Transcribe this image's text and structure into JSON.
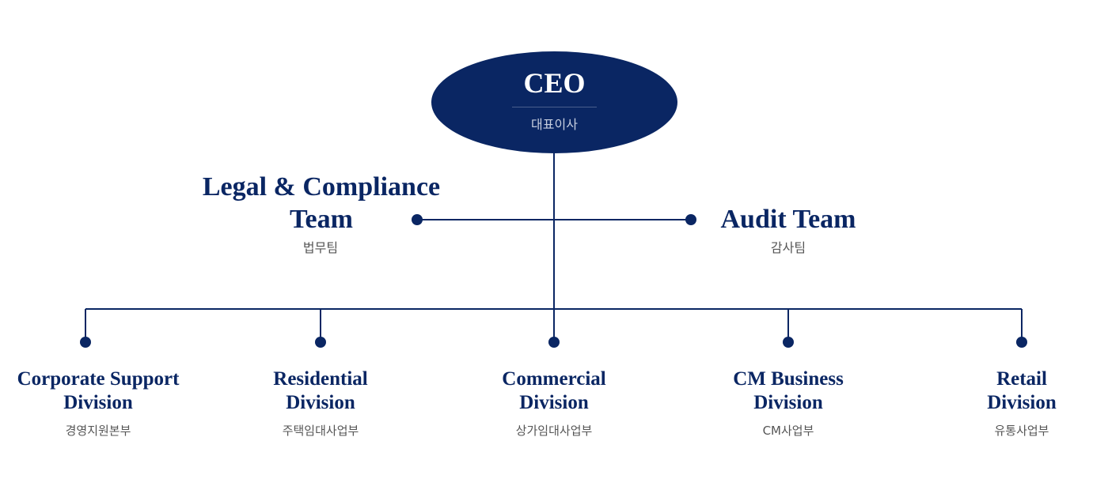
{
  "ceo": {
    "title": "CEO",
    "subtitle": "대표이사"
  },
  "teams": {
    "legal": {
      "title_line1": "Legal & Compliance",
      "title_line2": "Team",
      "subtitle": "법무팀"
    },
    "audit": {
      "title": "Audit Team",
      "subtitle": "감사팀"
    }
  },
  "divisions": [
    {
      "title": "Corporate Support\nDivision",
      "subtitle": "경영지원본부"
    },
    {
      "title": "Residential\nDivision",
      "subtitle": "주택임대사업부"
    },
    {
      "title": "Commercial\nDivision",
      "subtitle": "상가임대사업부"
    },
    {
      "title": "CM Business\nDivision",
      "subtitle": "CM사업부"
    },
    {
      "title": "Retail\nDivision",
      "subtitle": "유통사업부"
    }
  ],
  "colors": {
    "navy": "#0a2663",
    "subtext": "#555555"
  }
}
